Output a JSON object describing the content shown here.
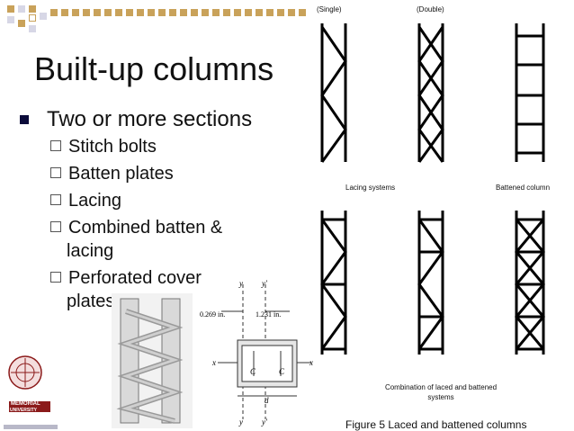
{
  "slide": {
    "title": "Built-up columns",
    "bullet": "Two or more sections",
    "subitems": [
      {
        "line1": "Stitch bolts",
        "line2": ""
      },
      {
        "line1": "Batten plates",
        "line2": ""
      },
      {
        "line1": "Lacing",
        "line2": ""
      },
      {
        "line1": "Combined batten &",
        "line2": "lacing"
      },
      {
        "line1": "Perforated cover",
        "line2": "plates"
      }
    ]
  },
  "figure": {
    "single": "(Single)",
    "double": "(Double)",
    "lacing_systems": "Lacing systems",
    "battened_column": "Battened column",
    "combination_line1": "Combination of laced and battened",
    "combination_line2": "systems",
    "caption": "Figure 5  Laced and battened columns"
  },
  "section": {
    "y": "y",
    "y_prime": "y'",
    "x": "x",
    "dim1": "0.269 in.",
    "dim2": "1.231 in.",
    "c": "C",
    "d": "d"
  },
  "logo": {
    "name1": "MEMORIAL",
    "name2": "UNIVERSITY"
  },
  "colors": {
    "accent_dark": "#0b0b3a",
    "brand_red": "#8b1a1a",
    "tan": "#c9a25a"
  }
}
